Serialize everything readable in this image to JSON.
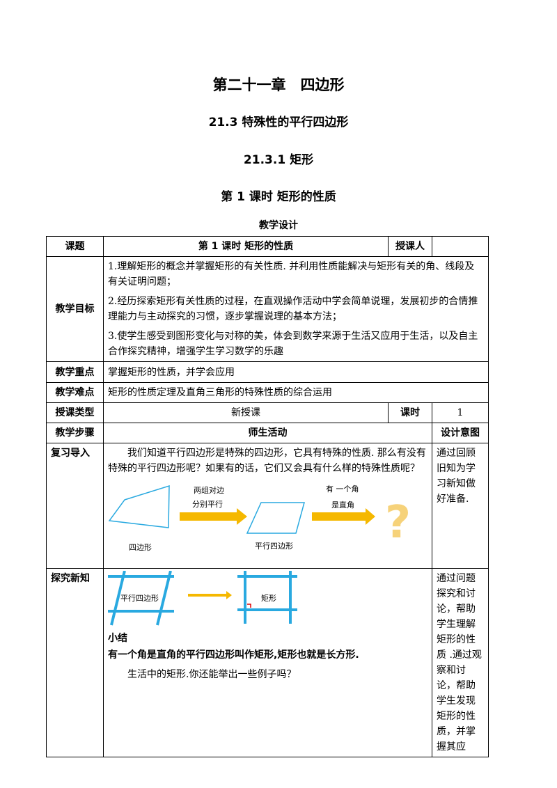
{
  "headings": {
    "chapter": "第二十一章　四边形",
    "section": "21.3  特殊性的平行四边形",
    "subsection": "21.3.1  矩形",
    "lesson": "第 1 课时  矩形的性质",
    "design": "教学设计"
  },
  "table": {
    "topic_label": "课题",
    "topic_value": "第 1 课时  矩形的性质",
    "teacher_label": "授课人",
    "teacher_value": "",
    "goals_label": "教学目标",
    "goals": [
      "1.理解矩形的概念并掌握矩形的有关性质. 并利用性质能解决与矩形有关的角、线段及有关证明问题；",
      "2.经历探索矩形有关性质的过程，在直观操作活动中学会简单说理，发展初步的合情推理能力与主动探究的习惯，逐步掌握说理的基本方法；",
      "3.使学生感受到图形变化与对称的美，体会到数学来源于生活又应用于生活，以及自主合作探究精神，增强学生学习数学的乐趣"
    ],
    "focus_label": "教学重点",
    "focus_value": "掌握矩形的性质，并学会应用",
    "difficulty_label": "教学难点",
    "difficulty_value": "矩形的性质定理及直角三角形的特殊性质的综合运用",
    "type_label": "授课类型",
    "type_value": "新授课",
    "hours_label": "课时",
    "hours_value": "1",
    "steps_label": "教学步骤",
    "activity_label": "师生活动",
    "intent_label": "设计意图",
    "review_label": "复习导入",
    "review_text": "我们知道平行四边形是特殊的四边形，它具有特殊的性质. 那么有没有特殊的平行四边形呢？如果有的话，它们又会具有什么样的特殊性质呢？",
    "review_note": "通过回顾旧知为学习新知做好准备.",
    "explore_label": "探究新知",
    "summary_title": "小结",
    "summary_text": "有一个角是直角的平行四边形叫作矩形,矩形也就是长方形.",
    "life_text": "生活中的矩形.你还能举出一些例子吗？",
    "explore_note": "通过问题探究和讨论，帮助学生理解矩形的性质 .通过观察和讨论，帮助学生发现矩形的性质，并掌握其应"
  },
  "figure1": {
    "quad_label": "四边形",
    "arrow1_line1": "两组对边",
    "arrow1_line2": "分别平行",
    "para_label": "平行四边形",
    "arrow2_line1": "有  一个角",
    "arrow2_line2": "是直角",
    "question_mark": "?"
  },
  "figure2": {
    "para_label": "平行四边形",
    "rect_label": "矩形"
  },
  "colors": {
    "blue": "#29a9e0",
    "arrow": "#f5b800",
    "question": "#f6d27a",
    "right_angle": "#e00000"
  }
}
